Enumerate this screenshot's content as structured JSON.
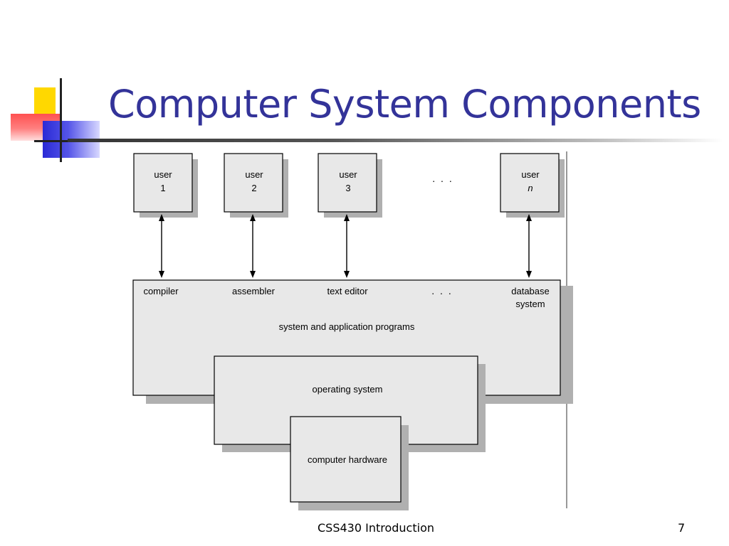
{
  "slide": {
    "title": "Computer System Components",
    "footer": "CSS430 Introduction",
    "page_number": "7",
    "title_color": "#333399"
  },
  "diagram": {
    "users": [
      {
        "line1": "user",
        "line2": "1"
      },
      {
        "line1": "user",
        "line2": "2"
      },
      {
        "line1": "user",
        "line2": "3"
      },
      {
        "line1": "user",
        "line2": "n"
      }
    ],
    "user_ellipsis": ". . .",
    "programs": [
      "compiler",
      "assembler",
      "text editor",
      "database",
      "system"
    ],
    "program_ellipsis": ". . .",
    "layer_apps": "system and application programs",
    "layer_os": "operating system",
    "layer_hw": "computer hardware"
  }
}
